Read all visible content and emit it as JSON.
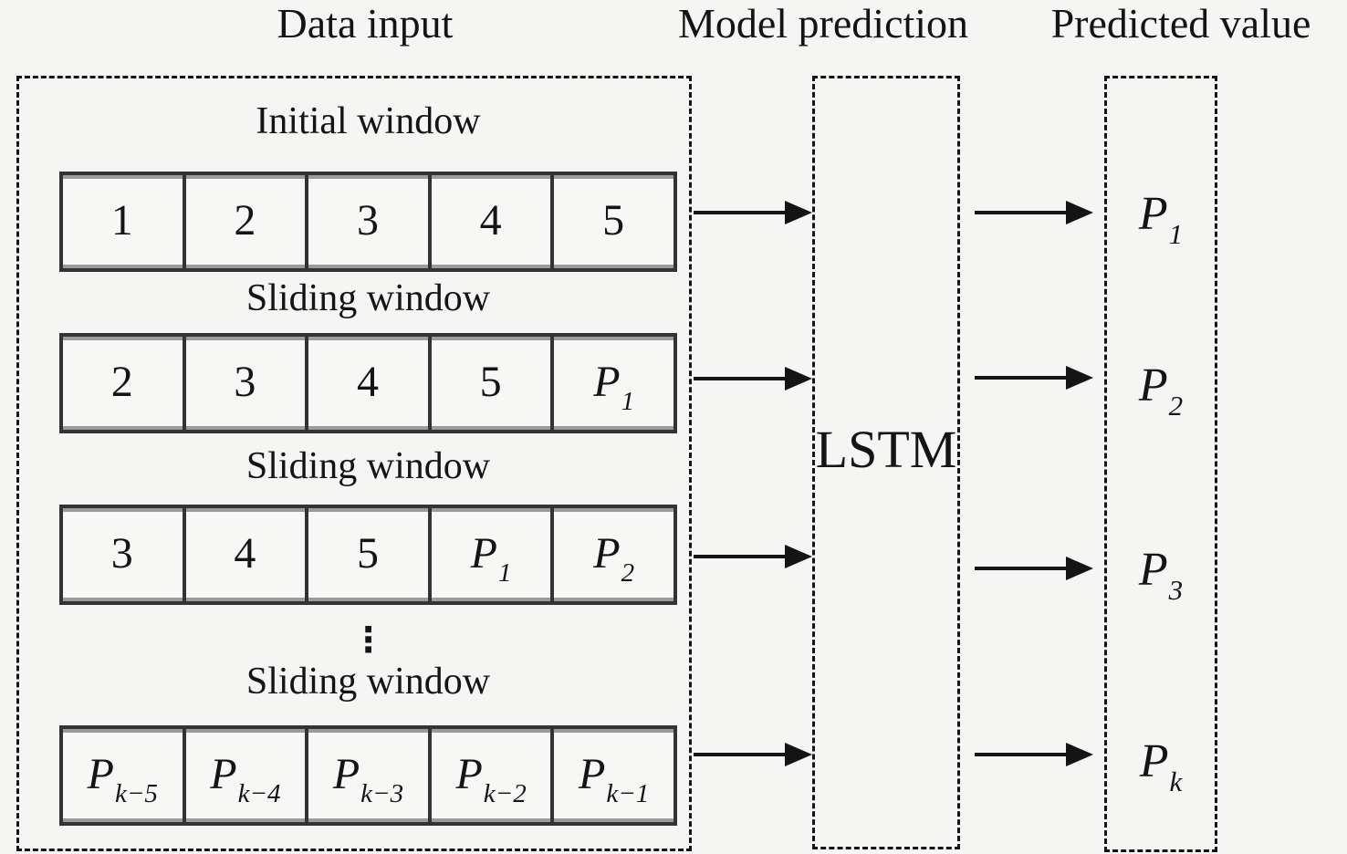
{
  "title_row": {
    "data_input": "Data input",
    "model_prediction": "Model prediction",
    "predicted_value": "Predicted value"
  },
  "data_input": {
    "ellipsis": "⋮",
    "windows": [
      {
        "label": "Initial window",
        "cells": [
          {
            "base": "1",
            "sub": ""
          },
          {
            "base": "2",
            "sub": ""
          },
          {
            "base": "3",
            "sub": ""
          },
          {
            "base": "4",
            "sub": ""
          },
          {
            "base": "5",
            "sub": ""
          }
        ]
      },
      {
        "label": "Sliding window",
        "cells": [
          {
            "base": "2",
            "sub": ""
          },
          {
            "base": "3",
            "sub": ""
          },
          {
            "base": "4",
            "sub": ""
          },
          {
            "base": "5",
            "sub": ""
          },
          {
            "base": "P",
            "sub": "1"
          }
        ]
      },
      {
        "label": "Sliding window",
        "cells": [
          {
            "base": "3",
            "sub": ""
          },
          {
            "base": "4",
            "sub": ""
          },
          {
            "base": "5",
            "sub": ""
          },
          {
            "base": "P",
            "sub": "1"
          },
          {
            "base": "P",
            "sub": "2"
          }
        ]
      },
      {
        "label": "Sliding window",
        "cells": [
          {
            "base": "P",
            "sub": "k−5"
          },
          {
            "base": "P",
            "sub": "k−4"
          },
          {
            "base": "P",
            "sub": "k−3"
          },
          {
            "base": "P",
            "sub": "k−2"
          },
          {
            "base": "P",
            "sub": "k−1"
          }
        ]
      }
    ]
  },
  "model": {
    "label": "LSTM"
  },
  "predicted": {
    "values": [
      {
        "base": "P",
        "sub": "1"
      },
      {
        "base": "P",
        "sub": "2"
      },
      {
        "base": "P",
        "sub": "3"
      },
      {
        "base": "P",
        "sub": "k"
      }
    ]
  },
  "colors": {
    "background": "#f5f5f3",
    "line": "#141414",
    "cell_border": "#333333"
  }
}
